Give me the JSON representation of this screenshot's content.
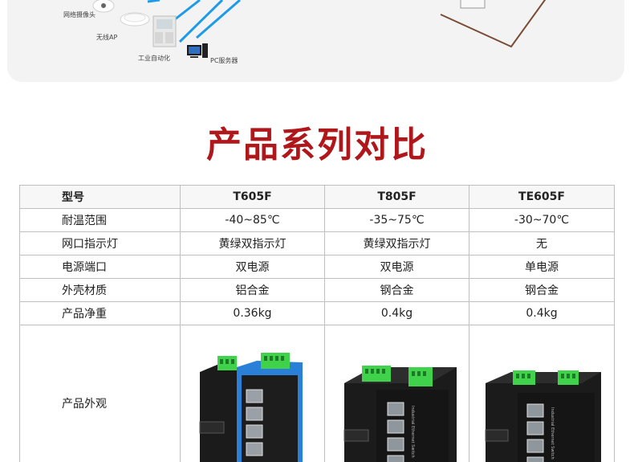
{
  "diagram": {
    "labels": {
      "camera": "网络摄像头",
      "wireless_ap": "无线AP",
      "industrial_automation": "工业自动化",
      "pc_server": "PC服务器"
    },
    "line_color": "#1e9be8",
    "frame_color": "#7a4b34"
  },
  "section": {
    "title": "产品系列对比"
  },
  "table": {
    "header": {
      "label": "型号",
      "models": [
        "T605F",
        "T805F",
        "TE605F"
      ]
    },
    "rows": [
      {
        "label": "耐温范围",
        "values": [
          "-40~85℃",
          "-35~75℃",
          "-30~70℃"
        ]
      },
      {
        "label": "网口指示灯",
        "values": [
          "黄绿双指示灯",
          "黄绿双指示灯",
          "无"
        ]
      },
      {
        "label": "电源端口",
        "values": [
          "双电源",
          "双电源",
          "单电源"
        ]
      },
      {
        "label": "外壳材质",
        "values": [
          "铝合金",
          "钢合金",
          "钢合金"
        ]
      },
      {
        "label": "产品净重",
        "values": [
          "0.36kg",
          "0.4kg",
          "0.4kg"
        ]
      }
    ],
    "appearance_label": "产品外观",
    "device_text": {
      "t805f": "Industrial Ethernet Switch",
      "te605f": "Industrial Ethernet Switch"
    }
  },
  "colors": {
    "title_red": "#b0171a",
    "terminal_green": "#3fd24a",
    "device_blue": "#2a7fd6",
    "device_black": "#1b1b1b"
  }
}
